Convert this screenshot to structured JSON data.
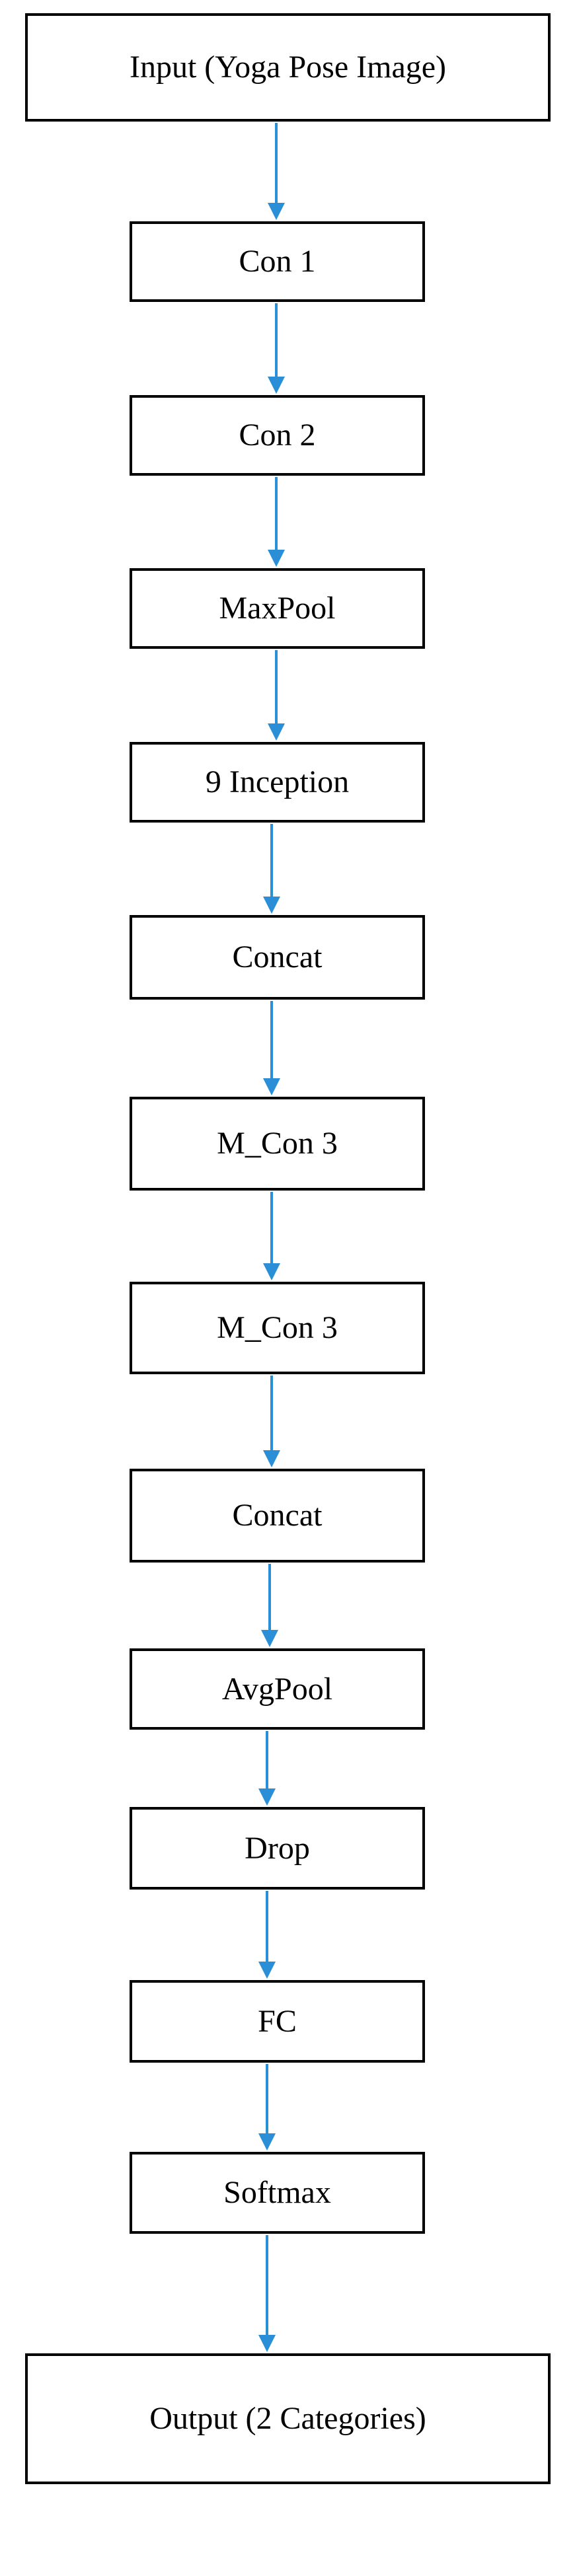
{
  "diagram": {
    "type": "flowchart",
    "direction": "top-to-bottom",
    "connector_color": "#2a8fd6",
    "nodes": [
      {
        "id": "input",
        "label": "Input (Yoga Pose Image)"
      },
      {
        "id": "con1",
        "label": "Con 1"
      },
      {
        "id": "con2",
        "label": "Con 2"
      },
      {
        "id": "maxpool",
        "label": "MaxPool"
      },
      {
        "id": "inception",
        "label": "9 Inception"
      },
      {
        "id": "concat1",
        "label": "Concat"
      },
      {
        "id": "mcon3a",
        "label": "M_Con 3"
      },
      {
        "id": "mcon3b",
        "label": "M_Con 3"
      },
      {
        "id": "concat2",
        "label": "Concat"
      },
      {
        "id": "avgpool",
        "label": "AvgPool"
      },
      {
        "id": "drop",
        "label": "Drop"
      },
      {
        "id": "fc",
        "label": "FC"
      },
      {
        "id": "softmax",
        "label": "Softmax"
      },
      {
        "id": "output",
        "label": "Output (2 Categories)"
      }
    ],
    "edges": [
      {
        "from": "input",
        "to": "con1"
      },
      {
        "from": "con1",
        "to": "con2"
      },
      {
        "from": "con2",
        "to": "maxpool"
      },
      {
        "from": "maxpool",
        "to": "inception"
      },
      {
        "from": "inception",
        "to": "concat1"
      },
      {
        "from": "concat1",
        "to": "mcon3a"
      },
      {
        "from": "mcon3a",
        "to": "mcon3b"
      },
      {
        "from": "mcon3b",
        "to": "concat2"
      },
      {
        "from": "concat2",
        "to": "avgpool"
      },
      {
        "from": "avgpool",
        "to": "drop"
      },
      {
        "from": "drop",
        "to": "fc"
      },
      {
        "from": "fc",
        "to": "softmax"
      },
      {
        "from": "softmax",
        "to": "output"
      }
    ]
  }
}
